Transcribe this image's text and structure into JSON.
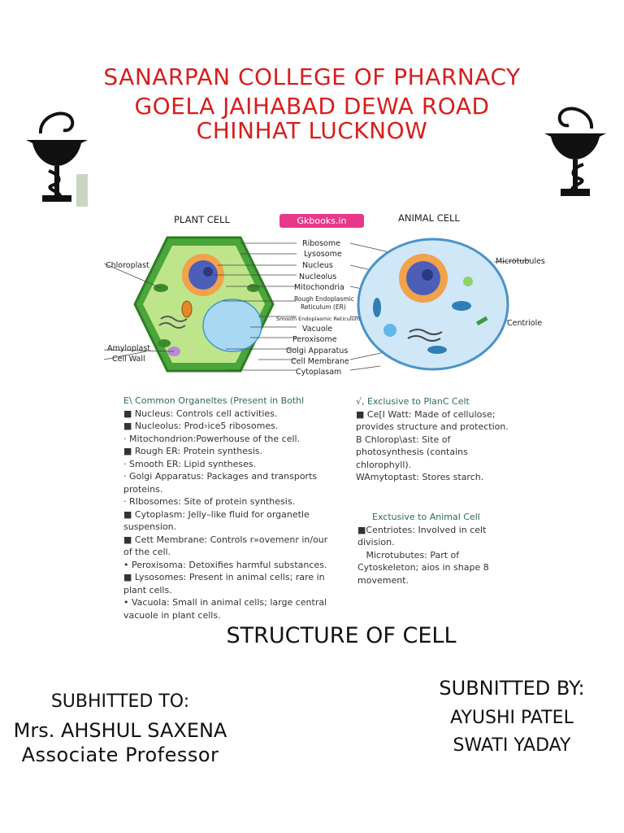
{
  "header": {
    "line1": "SANARPAN COLLEGE OF PHARNACY",
    "line2": "GOELA JAIHABAD DEWA ROAD",
    "line3": "CHINHAT LUCKNOW"
  },
  "logo_icon": "bowl-of-hygieia-icon",
  "diagram": {
    "plant_title": "PLANT CELL",
    "animal_title": "ANIMAL CELL",
    "watermark": "Gkbooks.in",
    "center_labels": [
      "Ribosome",
      "Lysosome",
      "Nucleus",
      "Nucleolus",
      "Mitochondria",
      "Rough Endoplasmic",
      "Reticulum (ER)",
      "Smooth Endoplasmic Reticulum",
      "Vacuole",
      "Peroxisome",
      "Golgi Apparatus",
      "Cell Membrane",
      "Cytoplasam"
    ],
    "left_labels": [
      "Chloroplast",
      "Amyloplast",
      "Cell Wall"
    ],
    "right_labels": [
      "Microtubules",
      "Centriole"
    ]
  },
  "common": {
    "heading": "E\\ Common Organeltes (Present in Bothl",
    "lines": [
      "■ Nucleus: Controls cell activities.",
      "■ Nucleolus: Prod›ice5 ribosomes.",
      "· Mitochondrion:Powerhouse of the cell.",
      "■ Rough ER: Protein synthesis.",
      "· Smooth ER: Lipid syntheses.",
      "· Golgi Apparatus: Packages and transports",
      "proteins.",
      "· RIbosomes: Site of protein synthesis.",
      "■ Cytoplasm: Jelly–like fluid for organetle",
      "suspension.",
      "■ Cett Membrane: Controls r»ovemenr in/our",
      "of the cell.",
      "• Peroxisoma: Detoxifies harmful substances.",
      "■ Lysosomes: Present in animal cells; rare in",
      "plant cells.",
      "• Vacuola: Small in animal cells; large central",
      "vacuole in plant cells."
    ]
  },
  "plant_only": {
    "heading": "√, Exclusive to PlanC Celt",
    "lines": [
      "■  Ce[I Watt: Made of cellulose;",
      "provides structure and protection.",
      "B   Chlorop\\ast: Site of",
      "photosynthesis (contains",
      "chlorophyll).",
      "WAmytoptast: Stores starch."
    ]
  },
  "animal_only": {
    "heading": "Exctusive to Animal Cell",
    "lines": [
      "■Centriotes: Involved in celt",
      "division.",
      "   Microtubutes: Part of",
      "Cytoskeleton; aios in shape 8",
      "movement."
    ]
  },
  "title": "STRUCTURE OF CELL",
  "submitted_to": {
    "label": "SUBHITTED TO:",
    "name": "Mrs. AHSHUL SAXENA",
    "role": "Associate Professor"
  },
  "submitted_by": {
    "label": "SUBNITTED BY:",
    "names": [
      "AYUSHI PATEL",
      "SWATI YADAY"
    ]
  }
}
